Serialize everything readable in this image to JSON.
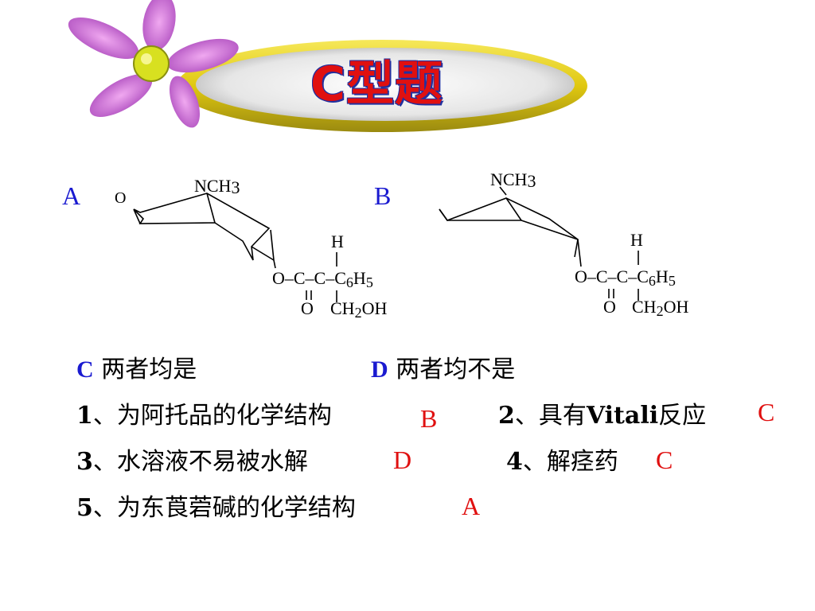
{
  "header": {
    "title": "C型题"
  },
  "structures": {
    "a": {
      "label": "A",
      "atoms": {
        "o_ring": "O",
        "n": "NCH",
        "n_sub": "3",
        "h": "H",
        "ester": "O–C–C–C",
        "c6": "6",
        "h5": "H",
        "five": "5",
        "carbonyl_o": "O",
        "ch": "CH",
        "ch_sub": "2",
        "oh": "OH"
      }
    },
    "b": {
      "label": "B",
      "atoms": {
        "n": "NCH",
        "n_sub": "3",
        "h": "H",
        "ester": "O–C–C–C",
        "c6": "6",
        "h5": "H",
        "five": "5",
        "carbonyl_o": "O",
        "ch": "CH",
        "ch_sub": "2",
        "oh": "OH"
      }
    }
  },
  "options": {
    "c": {
      "letter": "C",
      "text": "两者均是"
    },
    "d": {
      "letter": "D",
      "text": "两者均不是"
    }
  },
  "questions": [
    {
      "num": "1",
      "text": "、为阿托品的化学结构",
      "answer": "B"
    },
    {
      "num": "2",
      "text": "、具有",
      "bold_text": "Vitali",
      "text2": "反应",
      "answer": "C"
    },
    {
      "num": "3",
      "text": "、水溶液不易被水解",
      "answer": "D"
    },
    {
      "num": "4",
      "text": "、解痉药",
      "answer": "C"
    },
    {
      "num": "5",
      "text": "、为东莨菪碱的化学结构",
      "answer": "A"
    }
  ],
  "colors": {
    "title_red": "#e01010",
    "title_outline": "#2030a0",
    "label_blue": "#1a1ad0",
    "answer_red": "#e01010",
    "ring_yellow": "#e8d21a",
    "petal_pink": "#d070d8"
  }
}
